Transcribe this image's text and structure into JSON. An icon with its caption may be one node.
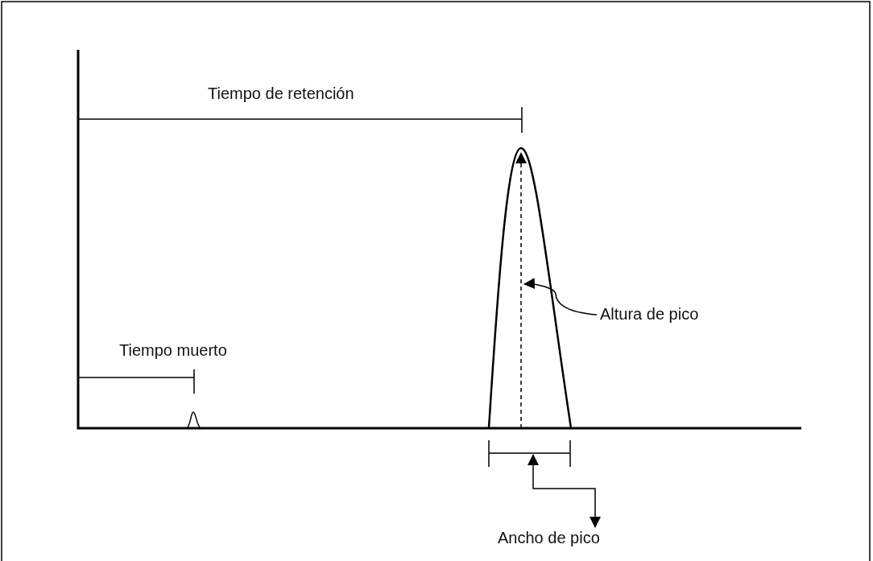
{
  "diagram": {
    "nodes": [
      {
        "text": [
          "Altura de pico"
        ]
      },
      {
        "text": [],
        "shape": "line"
      },
      {
        "text": [
          "Ancho de pico"
        ]
      },
      {
        "text": [],
        "shape": "line"
      }
    ],
    "edges": [
      {
        "from": 0,
        "to": 1,
        "arrow": "to"
      },
      {
        "from": 2,
        "to": 3,
        "arrow": "both"
      }
    ],
    "labels": [
      "Tiempo de retención",
      "Tiempo muerto"
    ]
  }
}
